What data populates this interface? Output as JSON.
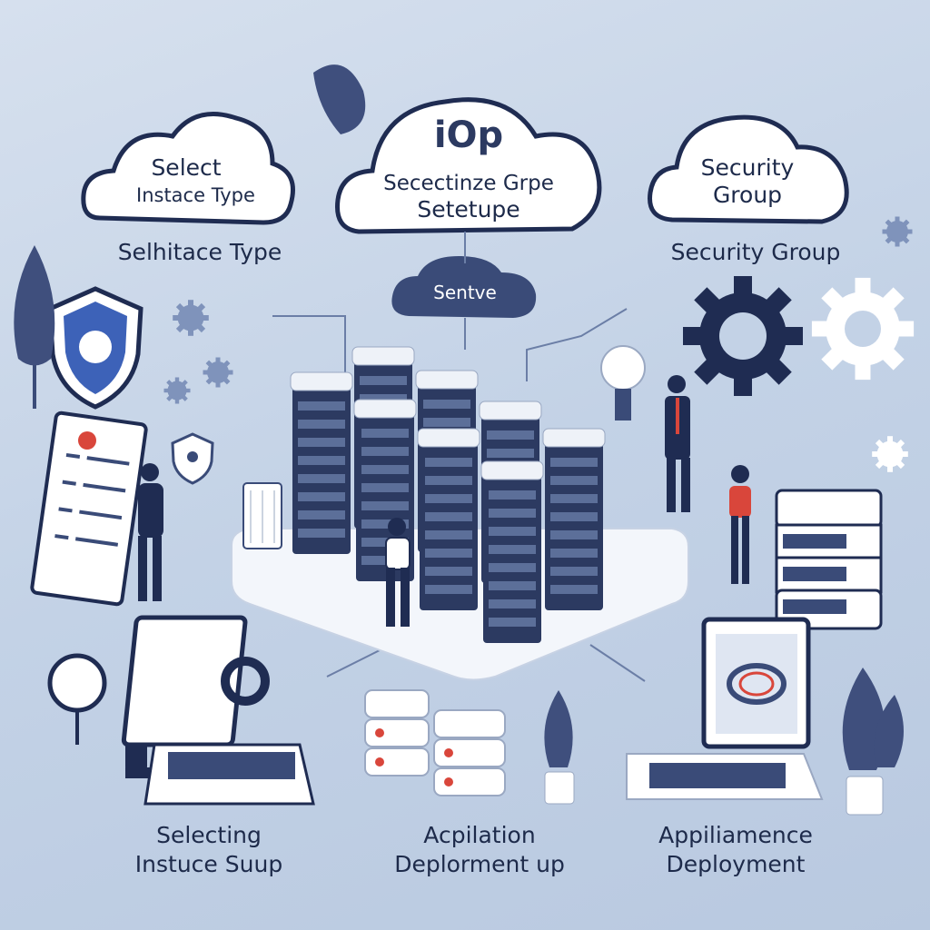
{
  "clouds": {
    "left": {
      "line1": "Select",
      "line2": "Instace Type"
    },
    "center": {
      "badge": "iOp",
      "line1": "Secectinze Grpe",
      "line2": "Setetupe"
    },
    "right": {
      "line1": "Security",
      "line2": "Group"
    },
    "service": {
      "label": "Sentve"
    }
  },
  "labels": {
    "left_mid": "Selhitace Type",
    "right_mid": "Security Group"
  },
  "captions": {
    "left": {
      "line1": "Selecting",
      "line2": "Instuce Suup"
    },
    "center": {
      "line1": "Acpilation",
      "line2": "Deplorment up"
    },
    "right": {
      "line1": "Appiliamence",
      "line2": "Deployment"
    }
  },
  "colors": {
    "navy": "#1f2c52",
    "accent_red": "#d9463b",
    "light": "#ffffff",
    "bg": "#c3d2e6"
  },
  "icons": [
    "shield-icon",
    "gear-icon",
    "lightbulb-icon",
    "server-rack-icon",
    "laptop-icon",
    "plant-icon",
    "clipboard-icon",
    "lock-icon",
    "trash-bin-icon",
    "person-icon"
  ]
}
